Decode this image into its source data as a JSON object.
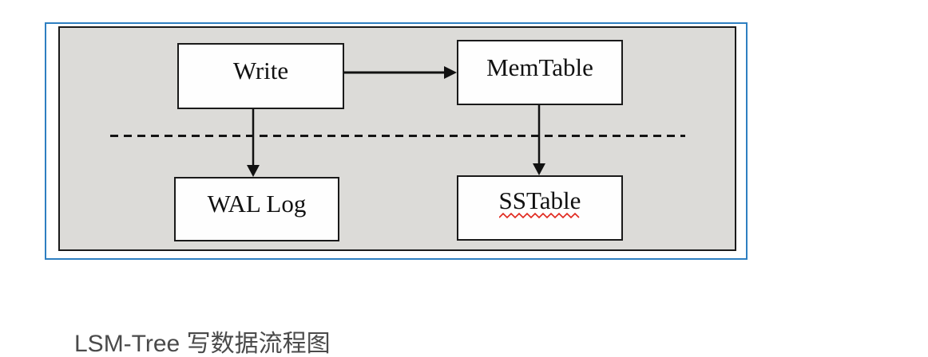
{
  "diagram": {
    "nodes": [
      {
        "id": "write",
        "label": "Write"
      },
      {
        "id": "memtable",
        "label": "MemTable"
      },
      {
        "id": "wal-log",
        "label": "WAL Log"
      },
      {
        "id": "sstable",
        "label": "SSTable"
      }
    ],
    "edges": [
      {
        "from": "write",
        "to": "memtable",
        "direction": "right"
      },
      {
        "from": "write",
        "to": "wal-log",
        "direction": "down"
      },
      {
        "from": "memtable",
        "to": "sstable",
        "direction": "down"
      }
    ],
    "separator": {
      "style": "dashed",
      "orientation": "horizontal"
    },
    "annotations": {
      "sstable_spellcheck_underline": true
    },
    "colors": {
      "frame_blue": "#2e7fc1",
      "panel_fill": "#dcdbd8",
      "line_black": "#1a1a1a",
      "spellcheck_red": "#e0261c",
      "caption_gray": "#4a4a4a"
    }
  },
  "caption": {
    "text": "LSM-Tree 写数据流程图"
  }
}
